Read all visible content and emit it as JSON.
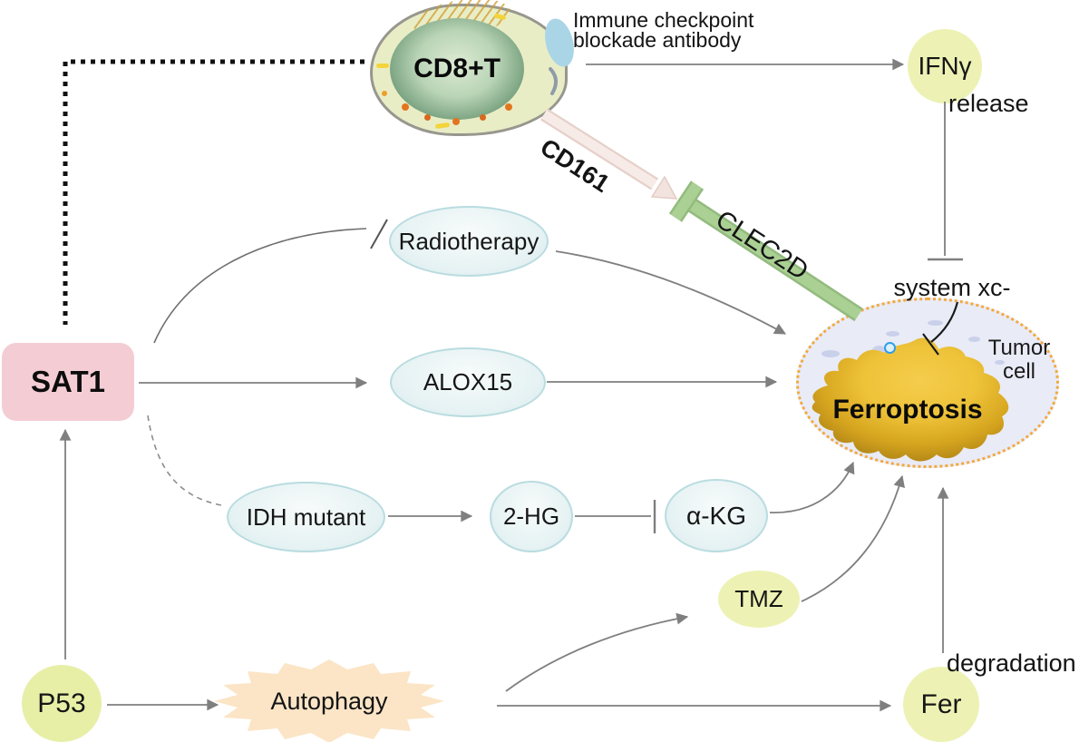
{
  "nodes": {
    "cd8t": {
      "label": "CD8+T"
    },
    "immune_checkpoint": {
      "line1": "Immune checkpoint",
      "line2": "blockade antibody"
    },
    "ifng": {
      "label": "IFNγ"
    },
    "release": {
      "label": "release"
    },
    "cd161": {
      "label": "CD161"
    },
    "clec2d": {
      "label": "CLEC2D"
    },
    "radiotherapy": {
      "label": "Radiotherapy"
    },
    "sat1": {
      "label": "SAT1"
    },
    "alox15": {
      "label": "ALOX15"
    },
    "idh_mutant": {
      "label": "IDH mutant"
    },
    "two_hg": {
      "label": "2-HG"
    },
    "akg": {
      "label": "α-KG"
    },
    "system_xc": {
      "label": "system xc-"
    },
    "tumor_cell": {
      "line1": "Tumor",
      "line2": "cell"
    },
    "ferroptosis": {
      "label": "Ferroptosis"
    },
    "tmz": {
      "label": "TMZ"
    },
    "p53": {
      "label": "P53"
    },
    "autophagy": {
      "label": "Autophagy"
    },
    "fer": {
      "label": "Fer"
    },
    "degradation": {
      "label": "degradation"
    }
  },
  "edges": [
    {
      "from": "CD8+T",
      "to": "IFNγ release",
      "type": "arrow"
    },
    {
      "from": "CD8+T",
      "to": "SAT1",
      "type": "dotted-line"
    },
    {
      "from": "CD8+T",
      "to": "CLEC2D",
      "label": "CD161",
      "type": "ligand-arrow"
    },
    {
      "from": "Tumor cell",
      "to": "CD161",
      "label": "CLEC2D",
      "type": "receptor-bar"
    },
    {
      "from": "IFNγ release",
      "to": "system xc-",
      "type": "inhibition"
    },
    {
      "from": "system xc-",
      "to": "Ferroptosis",
      "type": "inhibition"
    },
    {
      "from": "SAT1",
      "to": "Radiotherapy",
      "type": "tick-line"
    },
    {
      "from": "Radiotherapy",
      "to": "Ferroptosis",
      "type": "arrow"
    },
    {
      "from": "SAT1",
      "to": "ALOX15",
      "type": "arrow"
    },
    {
      "from": "ALOX15",
      "to": "Ferroptosis",
      "type": "arrow"
    },
    {
      "from": "SAT1",
      "to": "IDH mutant",
      "type": "dashed-line"
    },
    {
      "from": "IDH mutant",
      "to": "2-HG",
      "type": "arrow"
    },
    {
      "from": "2-HG",
      "to": "α-KG",
      "type": "inhibition"
    },
    {
      "from": "α-KG",
      "to": "Ferroptosis",
      "type": "arrow"
    },
    {
      "from": "P53",
      "to": "SAT1",
      "type": "arrow"
    },
    {
      "from": "P53",
      "to": "Autophagy",
      "type": "arrow"
    },
    {
      "from": "Autophagy",
      "to": "TMZ",
      "type": "arrow"
    },
    {
      "from": "TMZ",
      "to": "Ferroptosis",
      "type": "arrow"
    },
    {
      "from": "Autophagy",
      "to": "Fer",
      "type": "arrow"
    },
    {
      "from": "Fer",
      "to": "Ferroptosis",
      "label": "degradation",
      "type": "arrow"
    }
  ],
  "colors": {
    "node_blue_fill": "#e8f3f4",
    "node_blue_border": "#b9dce0",
    "yellow_green_fill": "#edf2b4",
    "sat1_pink": "#f4cdd4",
    "autophagy_peach": "#fbe5c6",
    "tumor_cell_fill": "#e9ebf7",
    "tumor_cell_border": "#f2a93e",
    "ferroptosis_gold": "#e3b32a",
    "clec2d_green": "#aad094",
    "cd161_pink": "#f7ebe8",
    "antibody_blue": "#a9d5e6",
    "cd8t_cytoplasm": "#e9edc6",
    "cd8t_nucleus_edge": "#4d7a5c",
    "arrow_gray": "#7f7f7f",
    "dotted_black": "#111111"
  }
}
